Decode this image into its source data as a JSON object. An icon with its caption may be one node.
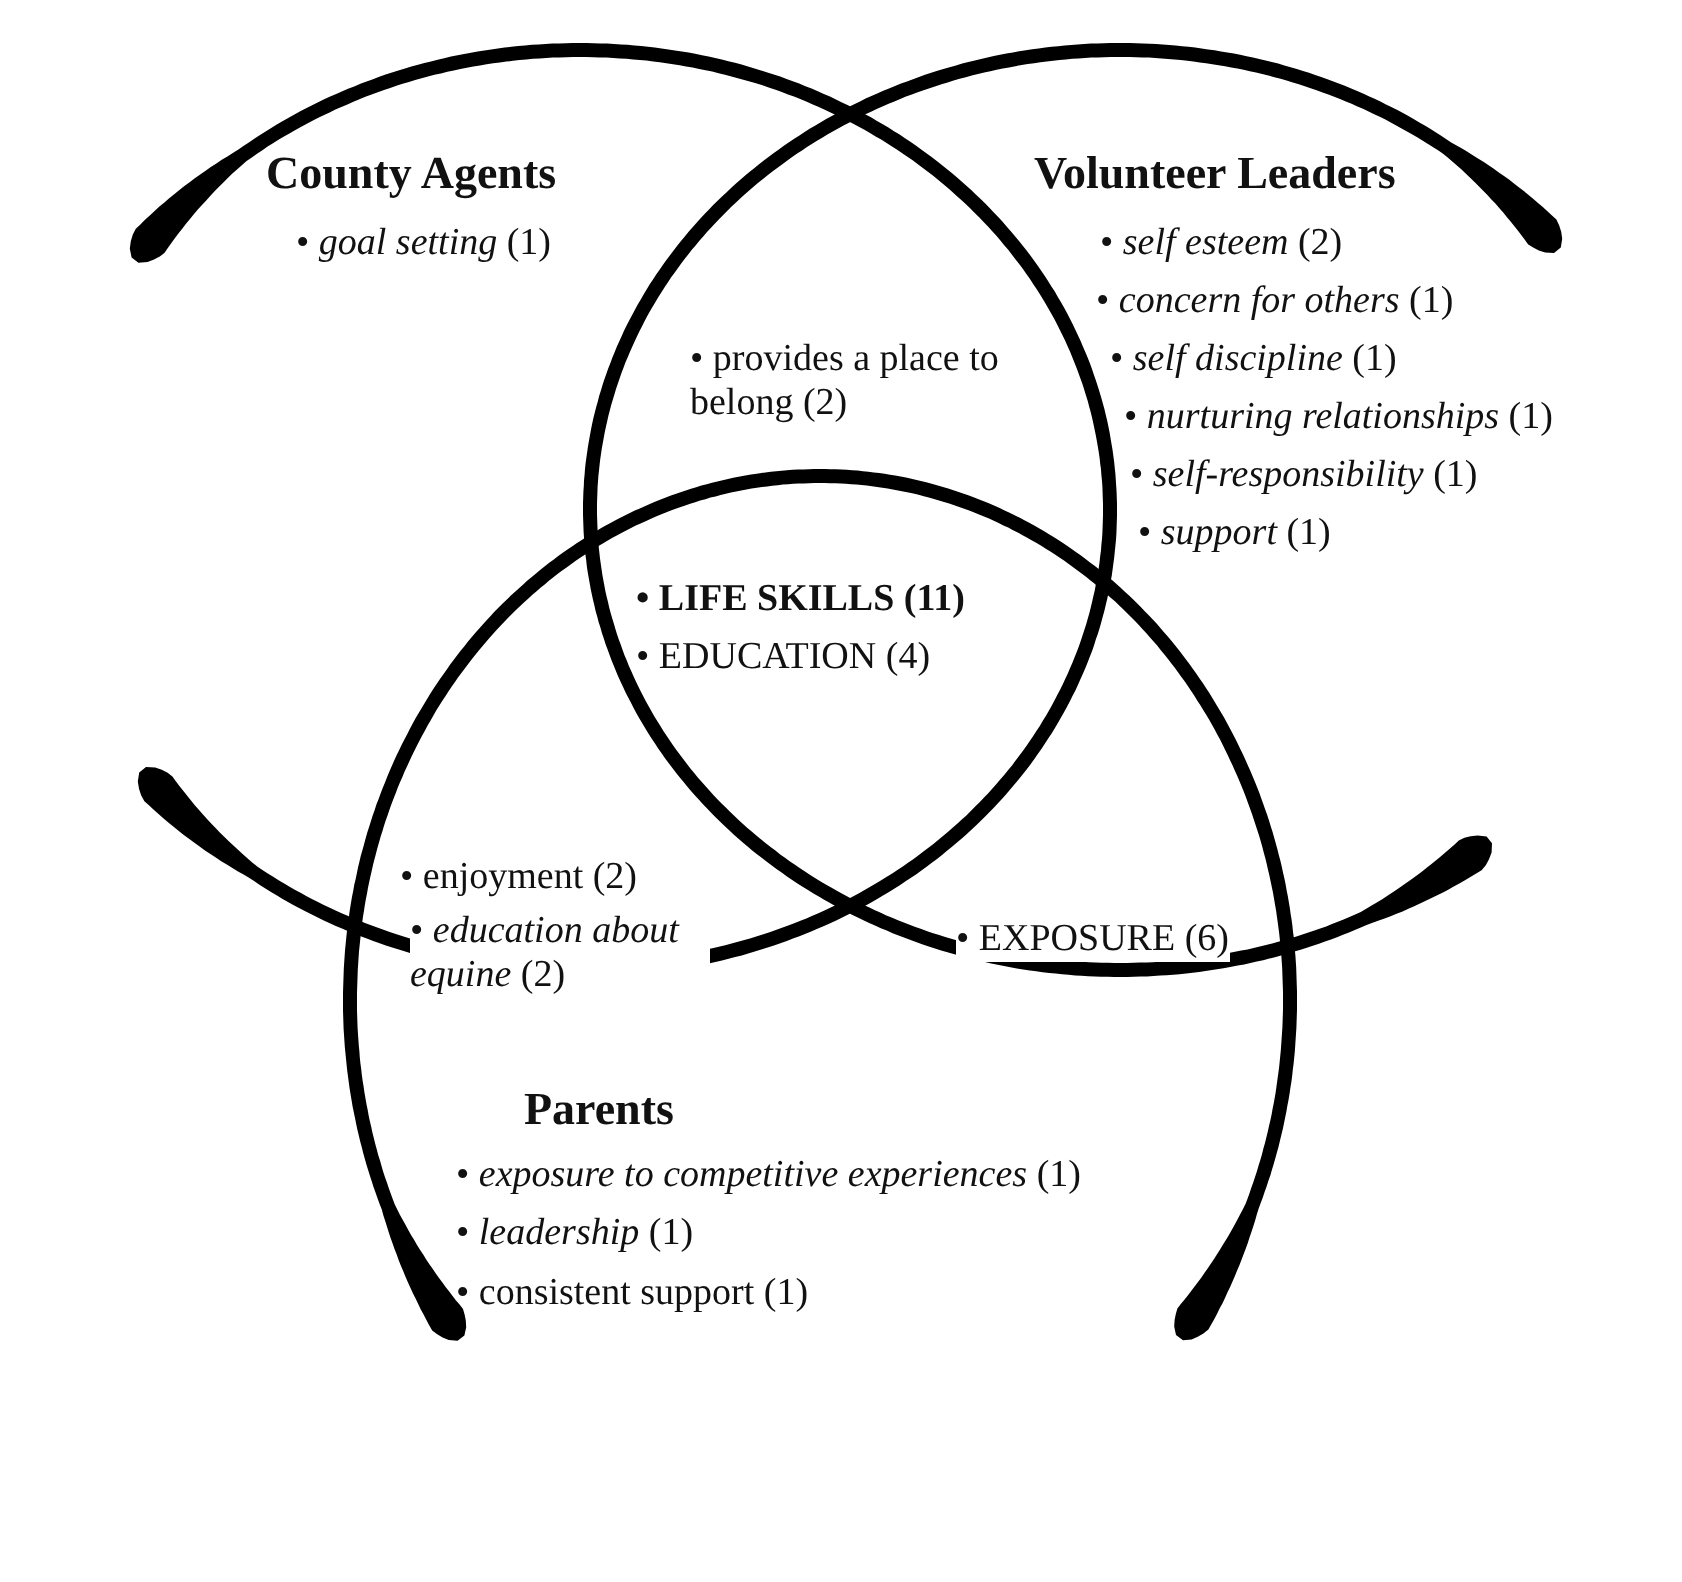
{
  "diagram": {
    "nodes": [
      {
        "text": [
          "County Agents",
          "• *goal setting* (1)"
        ]
      },
      {
        "text": [
          "Volunteer Leaders",
          "• *self esteem* (2)",
          "• *concern for others* (1)",
          "• *self discipline* (1)",
          "• *nurturing relationships* (1)",
          "• *self-responsibility* (1)",
          "• *support* (1)"
        ]
      },
      {
        "text": [
          "Parents",
          "• *exposure to competitive experiences* (1)",
          "• *leadership* (1)",
          "• consistent support (1)"
        ]
      }
    ],
    "labels": [
      "• provides a place to belong (2)",
      "• LIFE SKILLS (11)",
      "• EDUCATION (4)",
      "• enjoyment (2)",
      "• *education about equine* (2)",
      "• EXPOSURE (6)"
    ]
  }
}
